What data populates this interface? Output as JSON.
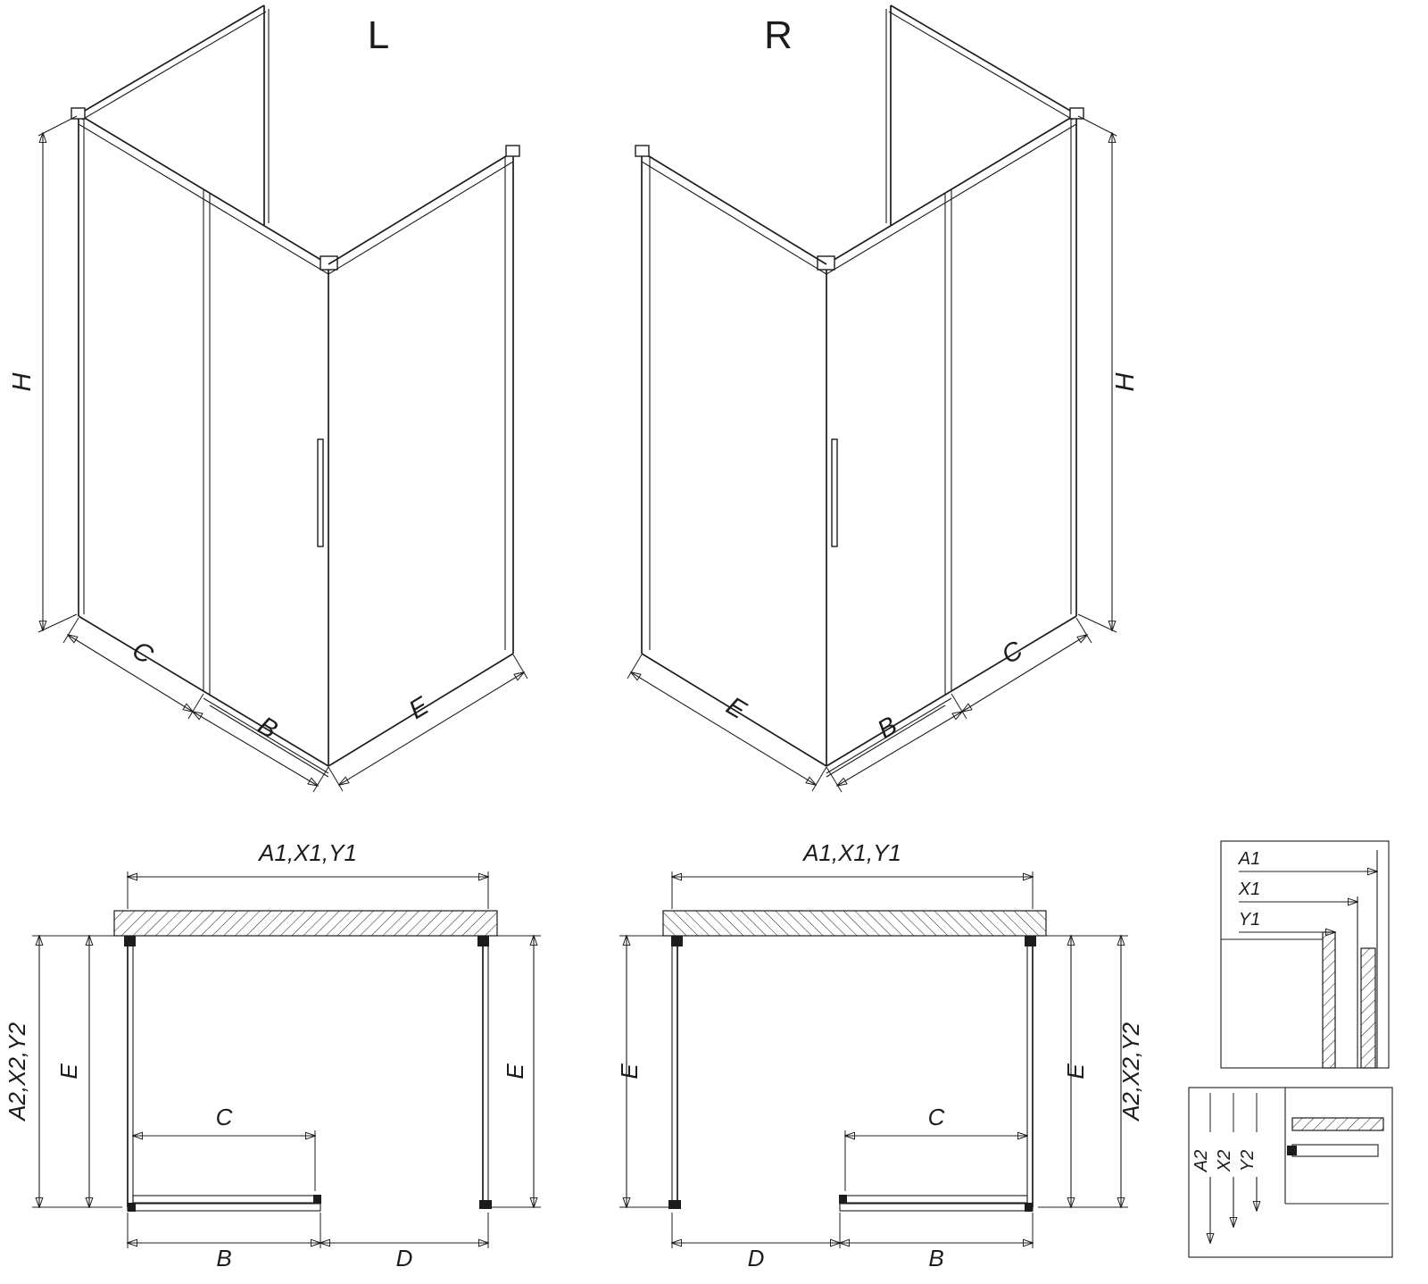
{
  "drawing": {
    "views": {
      "perspective_left": {
        "title": "L",
        "dims": {
          "h": "H",
          "c": "C",
          "b": "B",
          "e": "E"
        }
      },
      "perspective_right": {
        "title": "R",
        "dims": {
          "h": "H",
          "c": "C",
          "b": "B",
          "e": "E"
        }
      },
      "plan_left": {
        "dims": {
          "top": "A1,X1,Y1",
          "outer_side": "A2,X2,Y2",
          "e_left": "E",
          "e_right": "E",
          "c": "C",
          "b": "B",
          "d": "D"
        }
      },
      "plan_right": {
        "dims": {
          "top": "A1,X1,Y1",
          "outer_side": "A2,X2,Y2",
          "e_left": "E",
          "e_right": "E",
          "c": "C",
          "b": "B",
          "d": "D"
        }
      },
      "detail_top": {
        "dims": {
          "a1": "A1",
          "x1": "X1",
          "y1": "Y1"
        }
      },
      "detail_bottom": {
        "dims": {
          "a2": "A2",
          "x2": "X2",
          "y2": "Y2"
        }
      }
    },
    "colors": {
      "line": "#1c1c1c",
      "background": "#ffffff"
    }
  }
}
